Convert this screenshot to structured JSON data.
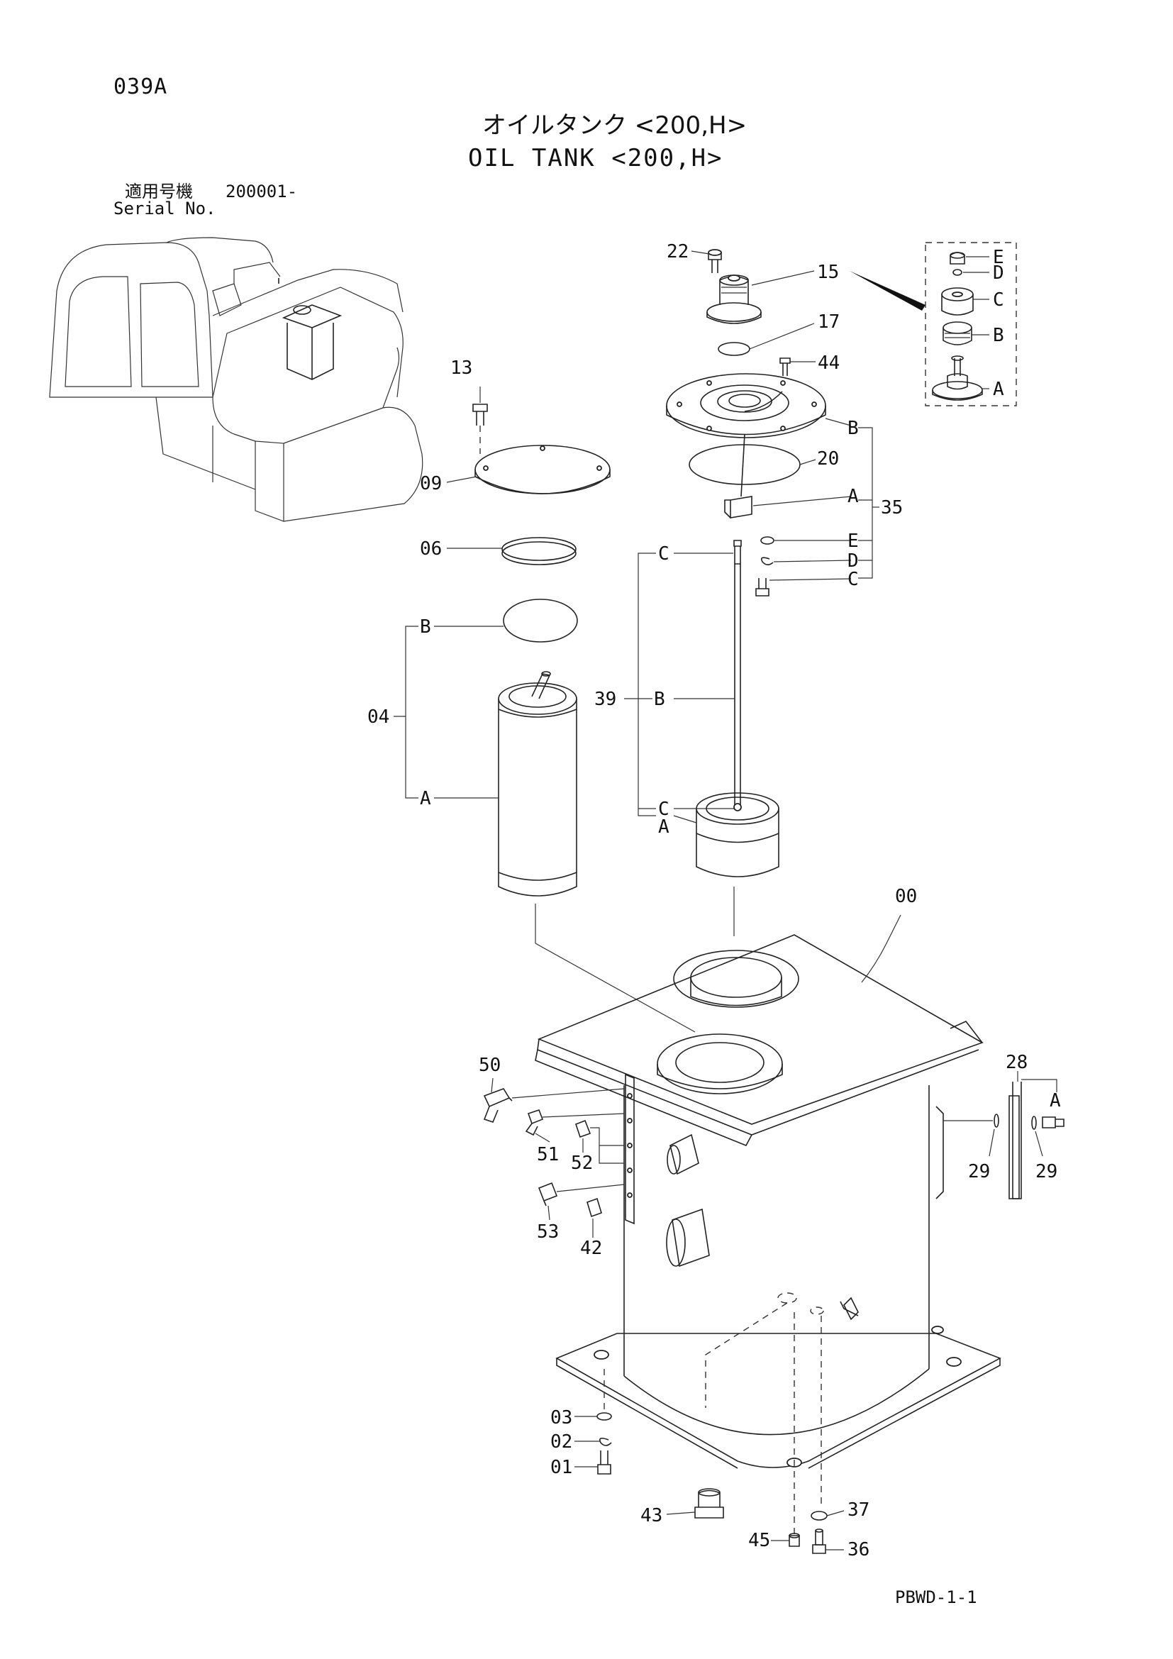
{
  "page_code": "039A",
  "title_jp": "オイルタンク <200,H>",
  "title_en": "OIL TANK <200,H>",
  "serial": {
    "label_jp": "適用号機",
    "value": "200001-",
    "label_en": "Serial No."
  },
  "footer_code": "PBWD-1-1",
  "callouts": {
    "c00": "00",
    "c01": "01",
    "c02": "02",
    "c03": "03",
    "c04": "04",
    "c06": "06",
    "c09": "09",
    "c13": "13",
    "c15": "15",
    "c17": "17",
    "c20": "20",
    "c22": "22",
    "c28": "28",
    "c29a": "29",
    "c29b": "29",
    "c35": "35",
    "c36": "36",
    "c37": "37",
    "c39": "39",
    "c42": "42",
    "c43": "43",
    "c44": "44",
    "c45": "45",
    "c50": "50",
    "c51": "51",
    "c52": "52",
    "c53": "53"
  },
  "sub_labels": {
    "inset": [
      "E",
      "D",
      "C",
      "B",
      "A"
    ],
    "group35": [
      "B",
      "A",
      "E",
      "D",
      "C"
    ],
    "group39": [
      "C",
      "B",
      "C",
      "A"
    ],
    "group04": [
      "B",
      "A"
    ],
    "group28": [
      "A"
    ]
  }
}
